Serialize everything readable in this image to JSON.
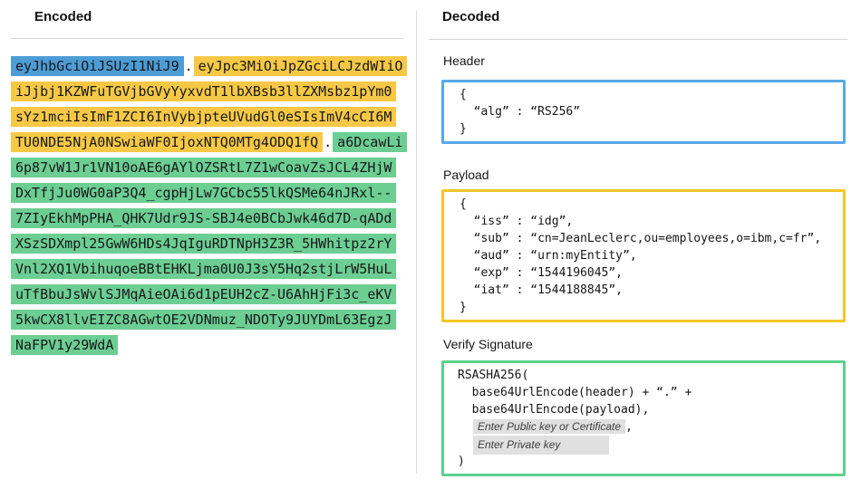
{
  "colors": {
    "header_highlight": "#4d9cd5",
    "payload_highlight": "#f7c845",
    "signature_highlight": "#6cce92",
    "header_box_border": "#58a8e8",
    "payload_box_border": "#f6c626",
    "signature_box_border": "#5bd18e",
    "placeholder_background": "#e0e0e0"
  },
  "encoded": {
    "heading": "Encoded",
    "rows": [
      [
        {
          "t": "eyJhbGciOiJSUzI1NiJ9",
          "part": "header"
        },
        {
          "t": ".",
          "part": "separator"
        },
        {
          "t": "eyJpc3MiOiJpZGciLCJzdWIiO",
          "part": "payload"
        }
      ],
      [
        {
          "t": "iJjbj1KZWFuTGVjbGVyYyxvdT1lbXBsb3llZXMsbz1pYm0",
          "part": "payload"
        }
      ],
      [
        {
          "t": "sYz1mciIsImF1ZCI6InVybjpteUVudGl0eSIsImV4cCI6M",
          "part": "payload"
        }
      ],
      [
        {
          "t": "TU0NDE5NjA0NSwiaWF0IjoxNTQ0MTg4ODQ1fQ",
          "part": "payload"
        },
        {
          "t": ".",
          "part": "separator"
        },
        {
          "t": "a6DcawLi",
          "part": "signature"
        }
      ],
      [
        {
          "t": "6p87vW1Jr1VN10oAE6gAYlOZSRtL7Z1wCoavZsJCL4ZHjW",
          "part": "signature"
        }
      ],
      [
        {
          "t": "DxTfjJu0WG0aP3Q4_cgpHjLw7GCbc55lkQSMe64nJRxl--",
          "part": "signature"
        }
      ],
      [
        {
          "t": "7ZIyEkhMpPHA_QHK7Udr9JS-SBJ4e0BCbJwk46d7D-qADd",
          "part": "signature"
        }
      ],
      [
        {
          "t": "XSzSDXmpl25GwW6HDs4JqIguRDTNpH3Z3R_5HWhitpz2rY",
          "part": "signature"
        }
      ],
      [
        {
          "t": "Vnl2XQ1VbihuqoeBBtEHKLjma0U0J3sY5Hq2stjLrW5HuL",
          "part": "signature"
        }
      ],
      [
        {
          "t": "uTfBbuJsWvlSJMqAieOAi6d1pEUH2cZ-U6AhHjFi3c_eKV",
          "part": "signature"
        }
      ],
      [
        {
          "t": "5kwCX8llvEIZC8AGwtOE2VDNmuz_NDOTy9JUYDmL63EgzJ",
          "part": "signature"
        }
      ],
      [
        {
          "t": "NaFPV1y29WdA",
          "part": "signature"
        }
      ]
    ]
  },
  "decoded": {
    "heading": "Decoded",
    "header": {
      "label": "Header",
      "code": [
        "{",
        "  “alg” : “RS256”",
        "}"
      ]
    },
    "payload": {
      "label": "Payload",
      "code": [
        "{",
        "  “iss” : “idg”,",
        "  “sub” : “cn=JeanLeclerc,ou=employees,o=ibm,c=fr”,",
        "  “aud” : “urn:myEntity”,",
        "  “exp” : “1544196045”,",
        "  “iat” : “1544188845”,",
        "}"
      ]
    },
    "verify": {
      "label": "Verify Signature",
      "code": [
        "RSASHA256(",
        "  base64UrlEncode(header) + “.” +",
        "  base64UrlEncode(payload),"
      ],
      "public_key_placeholder": "Enter Public key or Certificate",
      "after_public_key": ",",
      "private_key_placeholder": "Enter Private key",
      "closing": ")"
    }
  }
}
